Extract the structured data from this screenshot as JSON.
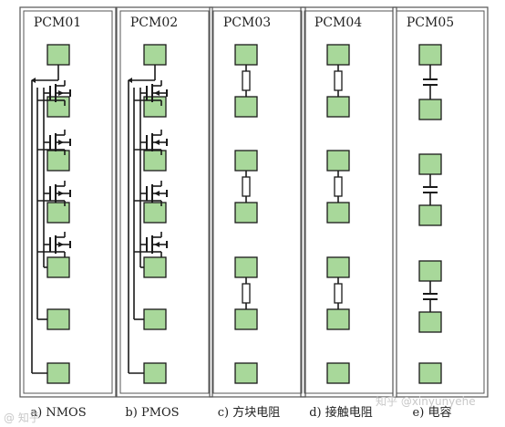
{
  "panels": [
    {
      "title": "PCM01",
      "caption": "a) NMOS"
    },
    {
      "title": "PCM02",
      "caption": "b) PMOS"
    },
    {
      "title": "PCM03",
      "caption": "c) 方块电阻"
    },
    {
      "title": "PCM04",
      "caption": "d) 接触电阻"
    },
    {
      "title": "PCM05",
      "caption": "e) 电容"
    }
  ],
  "watermarks": {
    "right": "知乎 @xinyunyehe",
    "left": "@ 知乎"
  },
  "colors": {
    "pad_fill": "#a8d89a",
    "line": "#1a1a1a",
    "frame": "#555555",
    "background": "#ffffff"
  }
}
